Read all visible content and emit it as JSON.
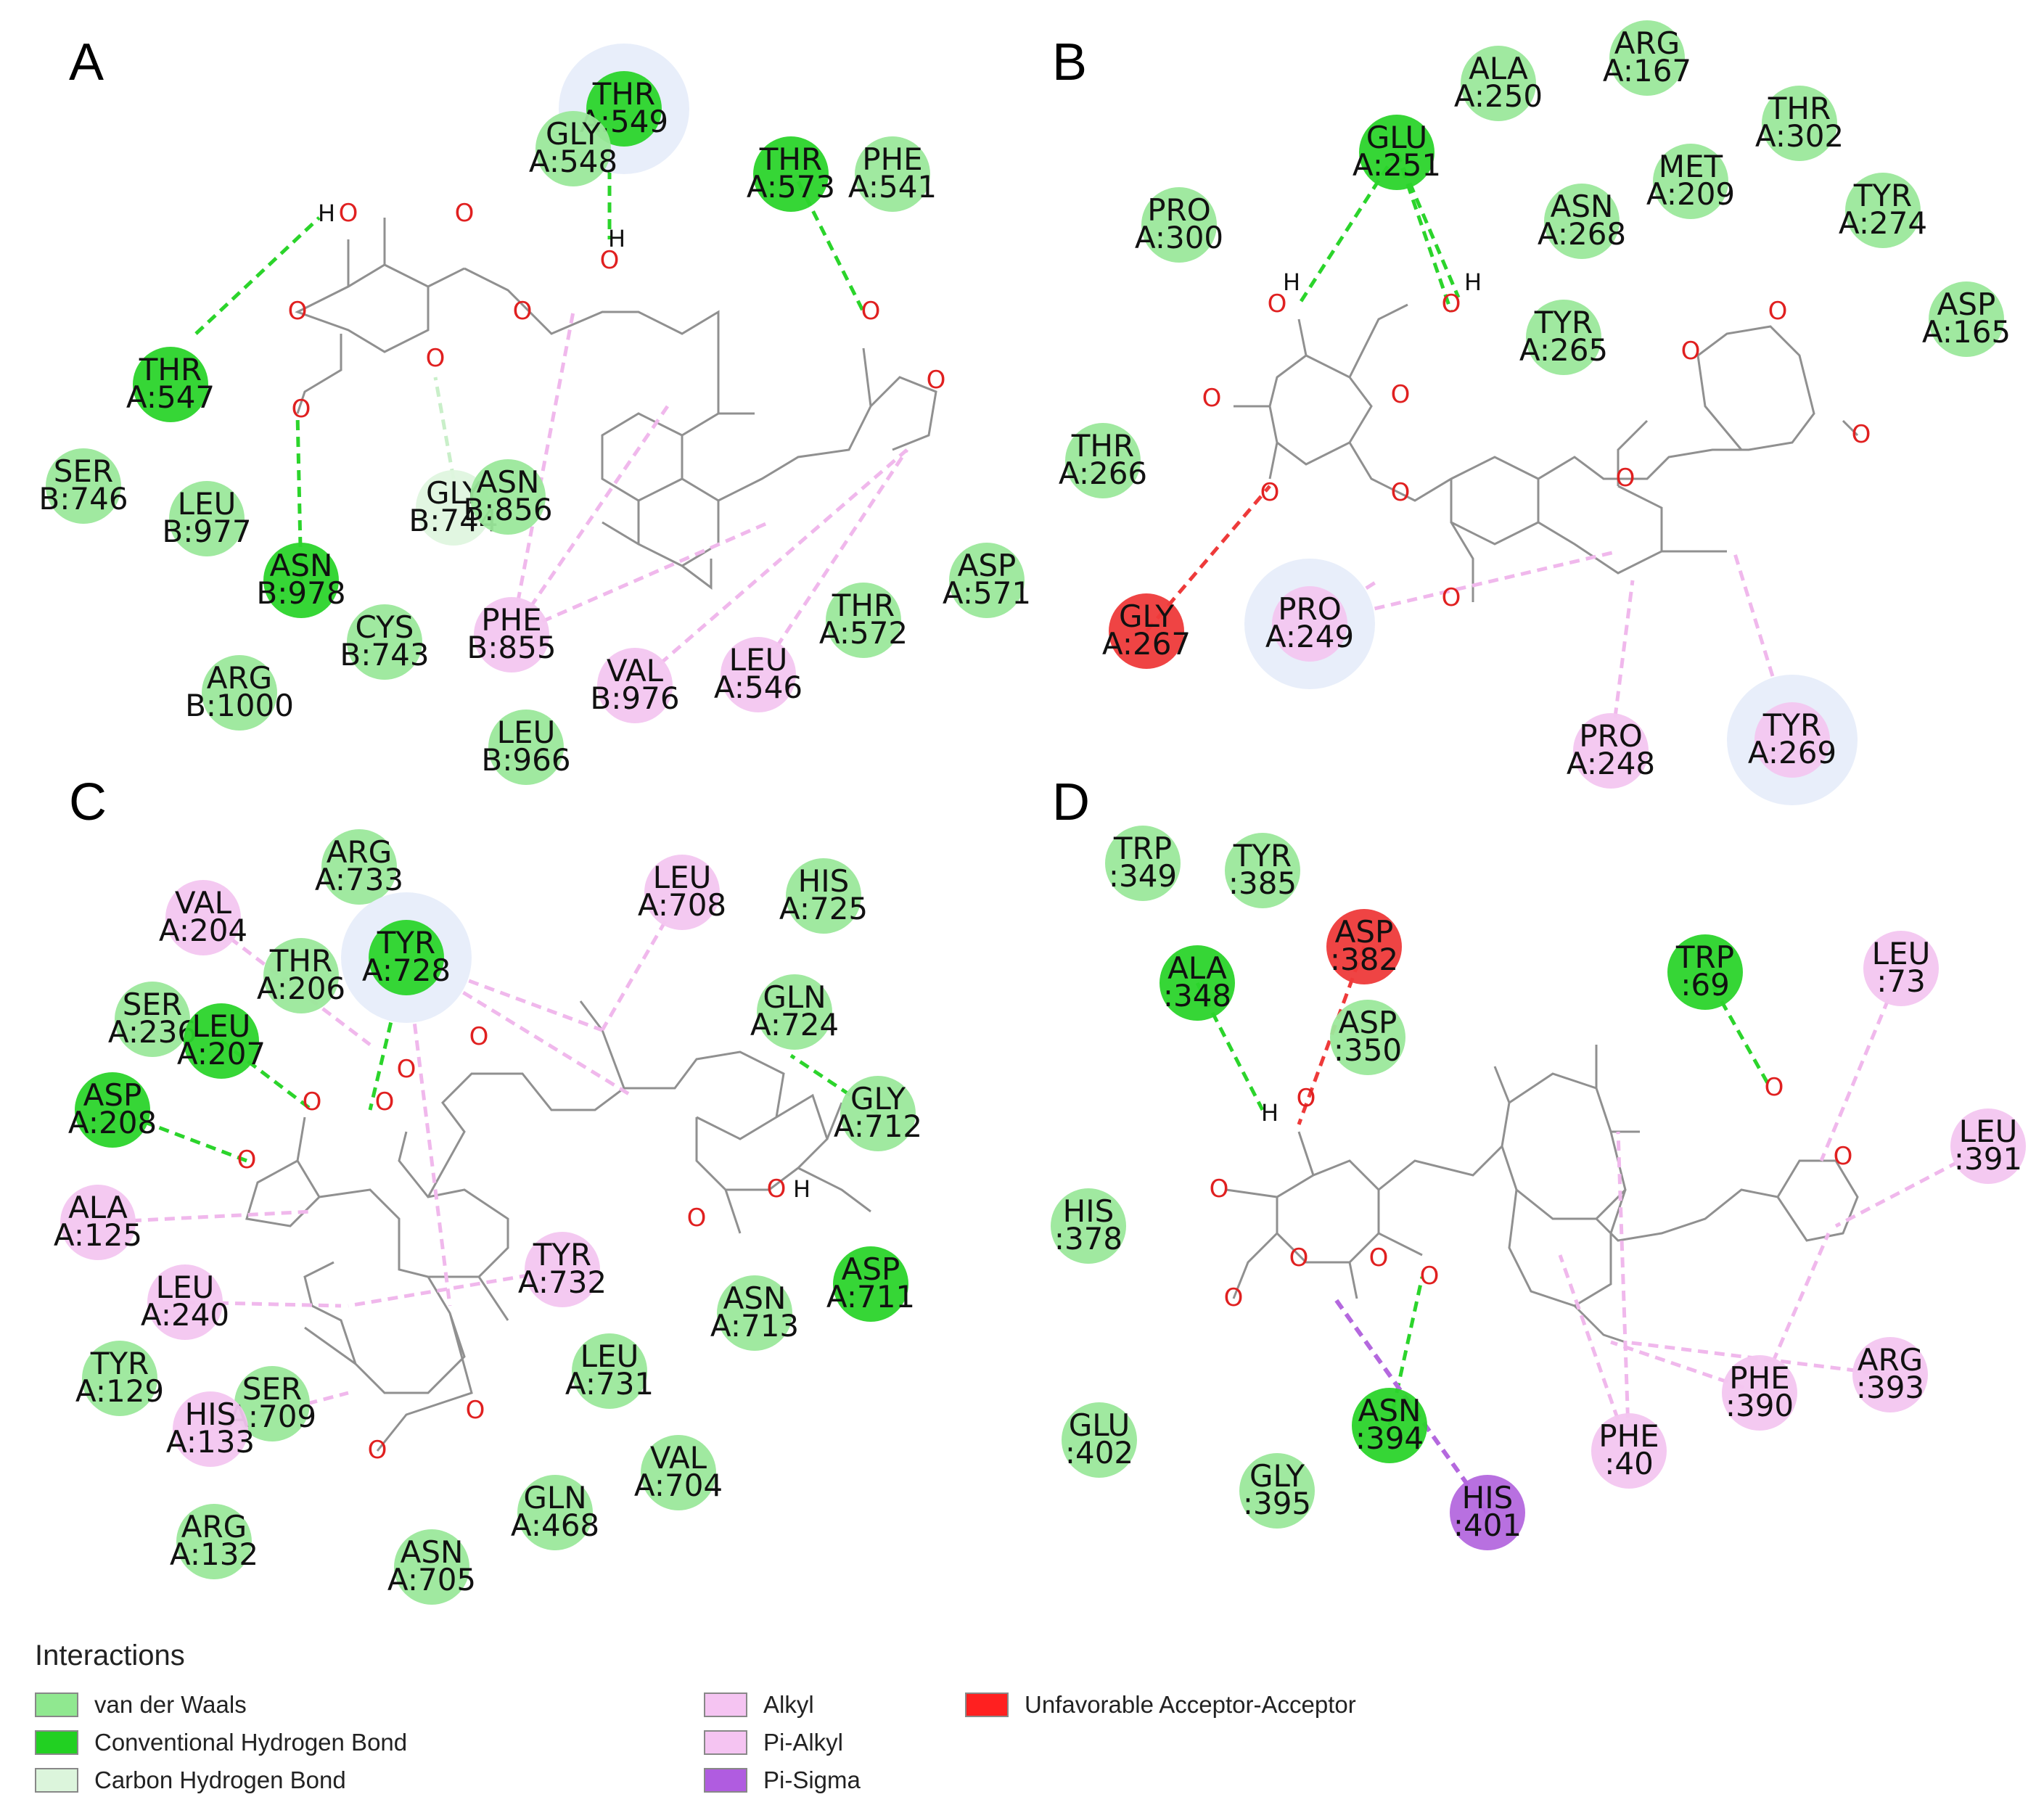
{
  "panels": [
    {
      "label": "A",
      "residues": [
        {
          "chain": "THR",
          "num": "A:549",
          "type": "hbond"
        },
        {
          "chain": "GLY",
          "num": "A:548",
          "type": "vdw"
        },
        {
          "chain": "THR",
          "num": "A:573",
          "type": "hbond"
        },
        {
          "chain": "PHE",
          "num": "A:541",
          "type": "vdw"
        },
        {
          "chain": "THR",
          "num": "A:547",
          "type": "hbond"
        },
        {
          "chain": "SER",
          "num": "B:746",
          "type": "vdw"
        },
        {
          "chain": "LEU",
          "num": "B:977",
          "type": "vdw"
        },
        {
          "chain": "GLY",
          "num": "B:744",
          "type": "carbon"
        },
        {
          "chain": "ASN",
          "num": "B:856",
          "type": "vdw"
        },
        {
          "chain": "ASN",
          "num": "B:978",
          "type": "hbond"
        },
        {
          "chain": "CYS",
          "num": "B:743",
          "type": "vdw"
        },
        {
          "chain": "ARG",
          "num": "B:1000",
          "type": "vdw"
        },
        {
          "chain": "PHE",
          "num": "B:855",
          "type": "alkyl"
        },
        {
          "chain": "VAL",
          "num": "B:976",
          "type": "alkyl"
        },
        {
          "chain": "LEU",
          "num": "A:546",
          "type": "alkyl"
        },
        {
          "chain": "THR",
          "num": "A:572",
          "type": "vdw"
        },
        {
          "chain": "ASP",
          "num": "A:571",
          "type": "vdw"
        },
        {
          "chain": "LEU",
          "num": "B:966",
          "type": "vdw"
        }
      ]
    },
    {
      "label": "B",
      "residues": [
        {
          "chain": "ALA",
          "num": "A:250",
          "type": "vdw"
        },
        {
          "chain": "ARG",
          "num": "A:167",
          "type": "vdw"
        },
        {
          "chain": "THR",
          "num": "A:302",
          "type": "vdw"
        },
        {
          "chain": "GLU",
          "num": "A:251",
          "type": "hbond"
        },
        {
          "chain": "MET",
          "num": "A:209",
          "type": "vdw"
        },
        {
          "chain": "PRO",
          "num": "A:300",
          "type": "vdw"
        },
        {
          "chain": "ASN",
          "num": "A:268",
          "type": "vdw"
        },
        {
          "chain": "TYR",
          "num": "A:274",
          "type": "vdw"
        },
        {
          "chain": "ASP",
          "num": "A:165",
          "type": "vdw"
        },
        {
          "chain": "TYR",
          "num": "A:265",
          "type": "vdw"
        },
        {
          "chain": "THR",
          "num": "A:266",
          "type": "vdw"
        },
        {
          "chain": "GLY",
          "num": "A:267",
          "type": "unfav"
        },
        {
          "chain": "PRO",
          "num": "A:249",
          "type": "alkyl"
        },
        {
          "chain": "PRO",
          "num": "A:248",
          "type": "alkyl"
        },
        {
          "chain": "TYR",
          "num": "A:269",
          "type": "alkyl"
        }
      ]
    },
    {
      "label": "C",
      "residues": [
        {
          "chain": "ARG",
          "num": "A:733",
          "type": "vdw"
        },
        {
          "chain": "VAL",
          "num": "A:204",
          "type": "alkyl"
        },
        {
          "chain": "LEU",
          "num": "A:708",
          "type": "alkyl"
        },
        {
          "chain": "HIS",
          "num": "A:725",
          "type": "vdw"
        },
        {
          "chain": "THR",
          "num": "A:206",
          "type": "vdw"
        },
        {
          "chain": "TYR",
          "num": "A:728",
          "type": "hbond"
        },
        {
          "chain": "SER",
          "num": "A:236",
          "type": "vdw"
        },
        {
          "chain": "LEU",
          "num": "A:207",
          "type": "hbond"
        },
        {
          "chain": "GLN",
          "num": "A:724",
          "type": "vdw"
        },
        {
          "chain": "ASP",
          "num": "A:208",
          "type": "hbond"
        },
        {
          "chain": "GLY",
          "num": "A:712",
          "type": "vdw"
        },
        {
          "chain": "ALA",
          "num": "A:125",
          "type": "alkyl"
        },
        {
          "chain": "TYR",
          "num": "A:732",
          "type": "alkyl"
        },
        {
          "chain": "ASP",
          "num": "A:711",
          "type": "hbond"
        },
        {
          "chain": "LEU",
          "num": "A:240",
          "type": "alkyl"
        },
        {
          "chain": "ASN",
          "num": "A:713",
          "type": "vdw"
        },
        {
          "chain": "TYR",
          "num": "A:129",
          "type": "vdw"
        },
        {
          "chain": "LEU",
          "num": "A:731",
          "type": "vdw"
        },
        {
          "chain": "SER",
          "num": "A:709",
          "type": "vdw"
        },
        {
          "chain": "HIS",
          "num": "A:133",
          "type": "alkyl"
        },
        {
          "chain": "VAL",
          "num": "A:704",
          "type": "vdw"
        },
        {
          "chain": "GLN",
          "num": "A:468",
          "type": "vdw"
        },
        {
          "chain": "ARG",
          "num": "A:132",
          "type": "vdw"
        },
        {
          "chain": "ASN",
          "num": "A:705",
          "type": "vdw"
        }
      ]
    },
    {
      "label": "D",
      "residues": [
        {
          "chain": "TRP",
          "num": ":349",
          "type": "vdw"
        },
        {
          "chain": "TYR",
          "num": ":385",
          "type": "vdw"
        },
        {
          "chain": "ASP",
          "num": ":382",
          "type": "unfav"
        },
        {
          "chain": "ALA",
          "num": ":348",
          "type": "hbond"
        },
        {
          "chain": "TRP",
          "num": ":69",
          "type": "hbond"
        },
        {
          "chain": "LEU",
          "num": ":73",
          "type": "alkyl"
        },
        {
          "chain": "ASP",
          "num": ":350",
          "type": "vdw"
        },
        {
          "chain": "LEU",
          "num": ":391",
          "type": "alkyl"
        },
        {
          "chain": "HIS",
          "num": ":378",
          "type": "vdw"
        },
        {
          "chain": "PHE",
          "num": ":390",
          "type": "alkyl"
        },
        {
          "chain": "ARG",
          "num": ":393",
          "type": "alkyl"
        },
        {
          "chain": "GLU",
          "num": ":402",
          "type": "vdw"
        },
        {
          "chain": "ASN",
          "num": ":394",
          "type": "hbond"
        },
        {
          "chain": "PHE",
          "num": ":40",
          "type": "alkyl"
        },
        {
          "chain": "GLY",
          "num": ":395",
          "type": "vdw"
        },
        {
          "chain": "HIS",
          "num": ":401",
          "type": "pisigma"
        }
      ]
    }
  ],
  "atom_labels": {
    "oxygen": "O",
    "hydrogen": "H"
  },
  "legend": {
    "title": "Interactions",
    "items": [
      {
        "key": "vdw",
        "label": "van der Waals",
        "color": "#90e890"
      },
      {
        "key": "hbond",
        "label": "Conventional Hydrogen Bond",
        "color": "#22d022"
      },
      {
        "key": "carbon",
        "label": "Carbon Hydrogen Bond",
        "color": "#dcf5dc"
      },
      {
        "key": "alkyl",
        "label": "Alkyl",
        "color": "#f5c4f2"
      },
      {
        "key": "pialkyl",
        "label": "Pi-Alkyl",
        "color": "#f5c4f2"
      },
      {
        "key": "pisigma",
        "label": "Pi-Sigma",
        "color": "#b05ce0"
      },
      {
        "key": "unfav",
        "label": "Unfavorable Acceptor-Acceptor",
        "color": "#ff2020"
      }
    ]
  },
  "colors": {
    "vdw": "#9be89b",
    "hbond": "#2bd42b",
    "carbon": "#dff5df",
    "alkyl": "#f3c6f0",
    "pisigma": "#b468de",
    "unfav": "#ee3a3a",
    "bond": "#909090",
    "oxygen": "#e02020"
  }
}
